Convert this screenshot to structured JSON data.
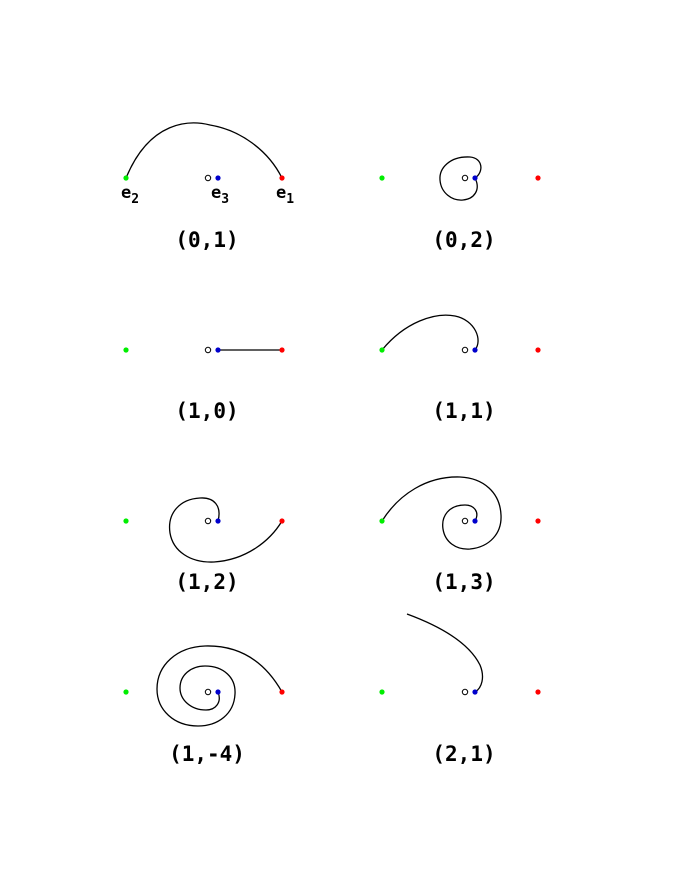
{
  "colors": {
    "e1_point": "#ff0000",
    "e2_point": "#00ee00",
    "e3_point": "#0000cc",
    "center_ring": "#000000",
    "curve": "#000000"
  },
  "point_labels": {
    "e1": {
      "letter": "e",
      "index": "1"
    },
    "e2": {
      "letter": "e",
      "index": "2"
    },
    "e3": {
      "letter": "e",
      "index": "3"
    }
  },
  "panels": [
    {
      "caption": "(0,1)"
    },
    {
      "caption": "(0,2)"
    },
    {
      "caption": "(1,0)"
    },
    {
      "caption": "(1,1)"
    },
    {
      "caption": "(1,2)"
    },
    {
      "caption": "(1,3)"
    },
    {
      "caption": "(1,-4)"
    },
    {
      "caption": "(2,1)"
    }
  ]
}
